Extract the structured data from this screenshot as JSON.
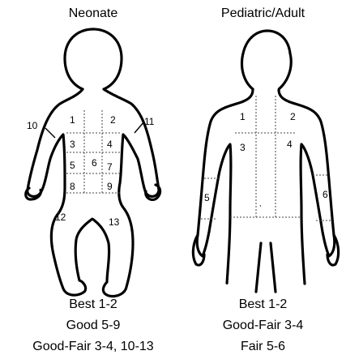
{
  "neonate": {
    "title": "Neonate",
    "numbers": [
      "1",
      "2",
      "3",
      "4",
      "5",
      "6",
      "7",
      "8",
      "9",
      "10",
      "11",
      "12",
      "13"
    ],
    "captions": [
      "Best 1-2",
      "Good 5-9",
      "Good-Fair 3-4, 10-13"
    ]
  },
  "pediatric": {
    "title": "Pediatric/Adult",
    "numbers": [
      "1",
      "2",
      "3",
      "4",
      "5",
      "6"
    ],
    "captions": [
      "Best 1-2",
      "Good-Fair 3-4",
      "Fair 5-6"
    ]
  }
}
